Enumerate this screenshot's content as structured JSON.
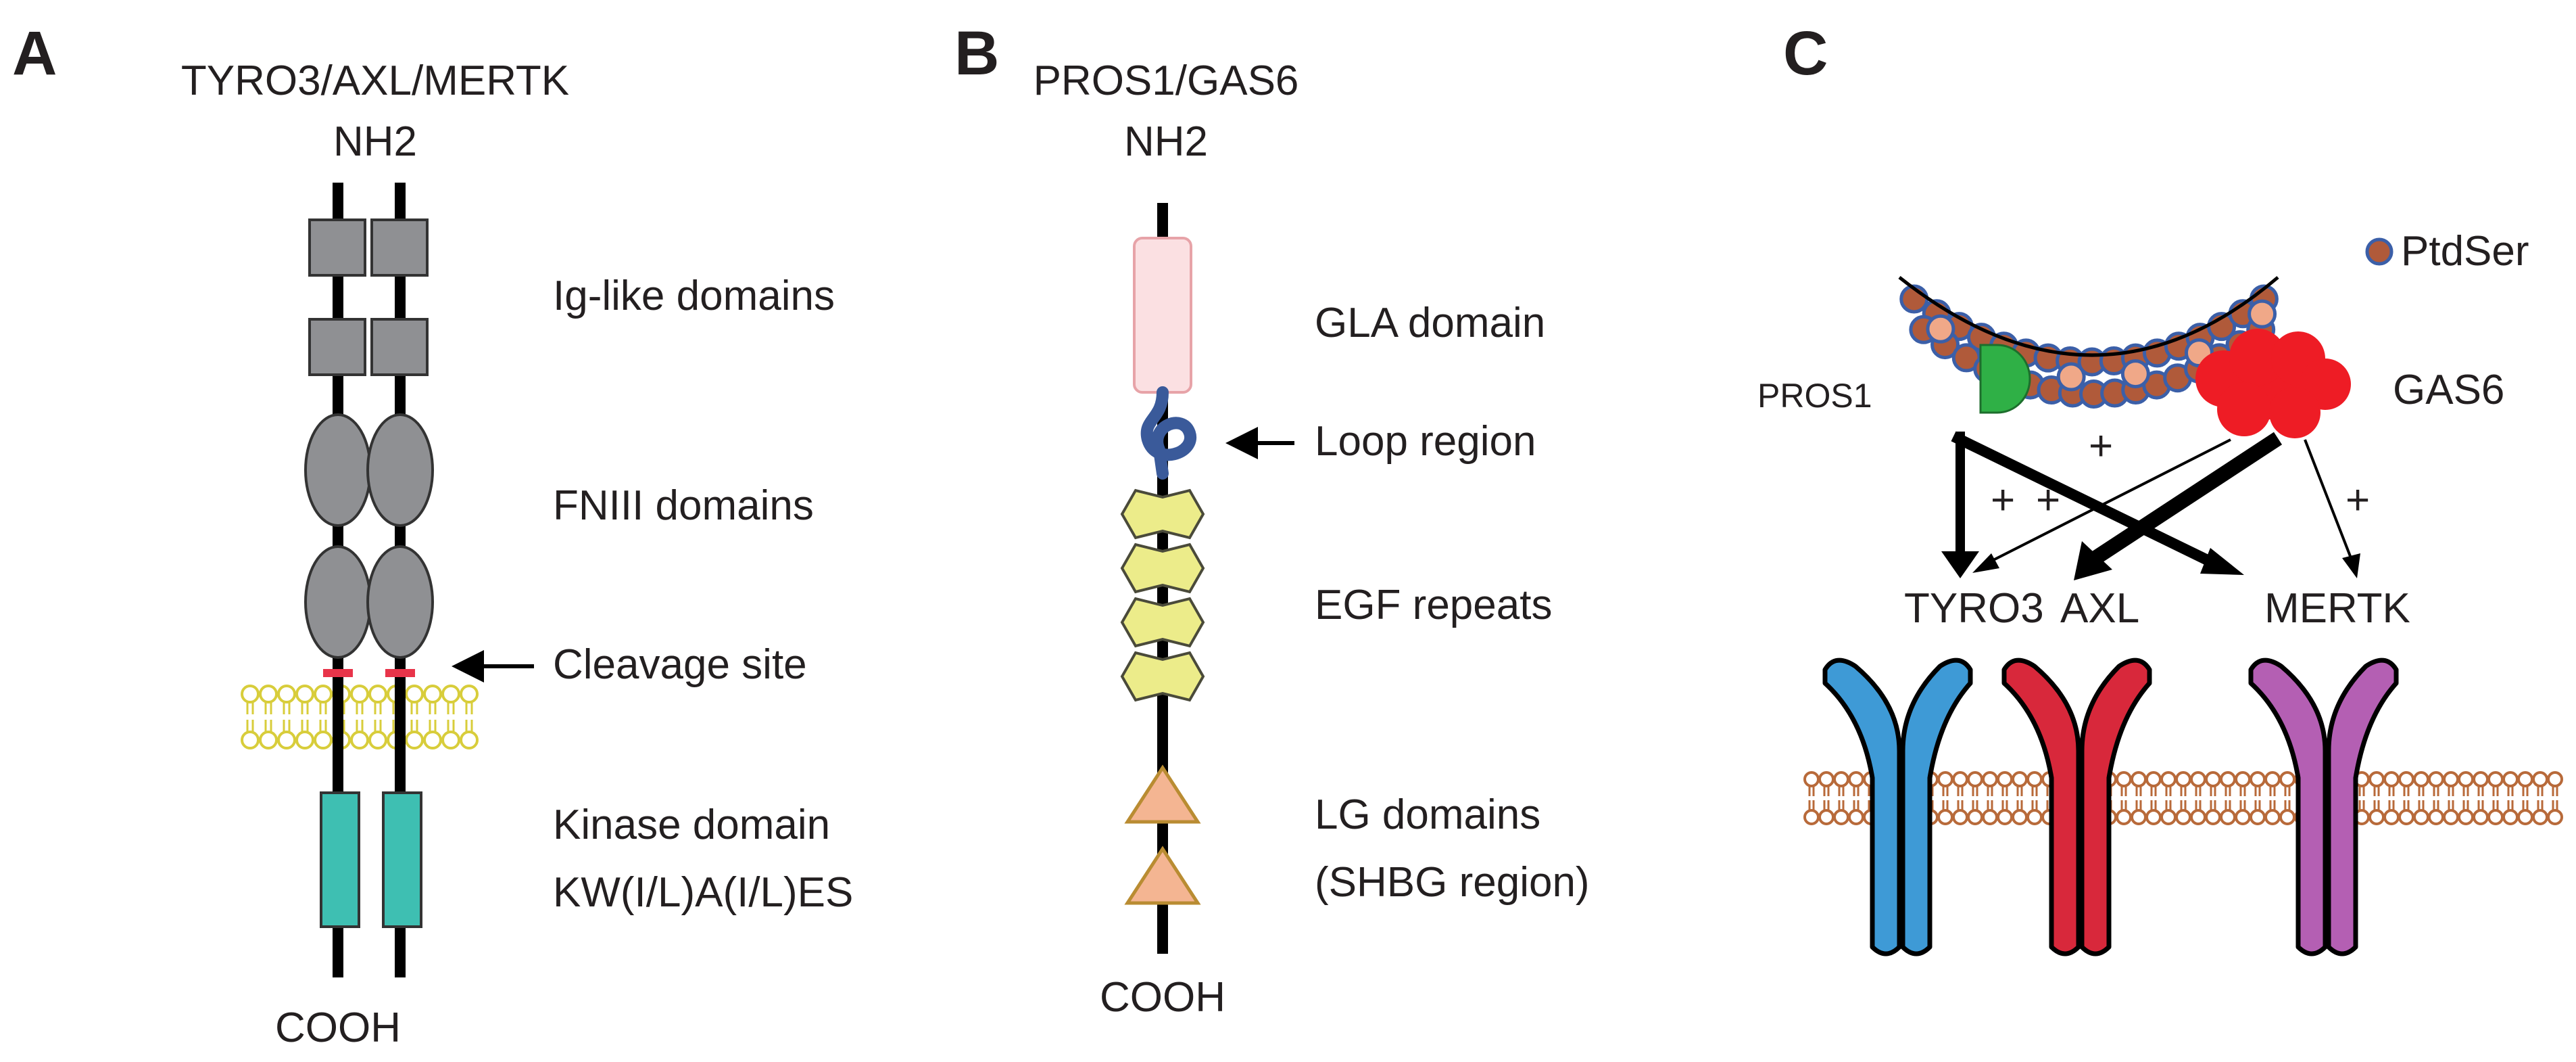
{
  "panels": {
    "A": {
      "letter": "A",
      "title": "TYRO3/AXL/MERTK",
      "n_term": "NH2",
      "c_term": "COOH",
      "labels": {
        "ig": "Ig-like domains",
        "fn": "FNIII domains",
        "cleavage": "Cleavage site",
        "kinase": "Kinase domain",
        "motif": "KW(I/L)A(I/L)ES"
      }
    },
    "B": {
      "letter": "B",
      "title": "PROS1/GAS6",
      "n_term": "NH2",
      "c_term": "COOH",
      "labels": {
        "gla": "GLA domain",
        "loop": "Loop region",
        "egf": "EGF repeats",
        "lg": "LG domains",
        "shbg": "(SHBG region)"
      }
    },
    "C": {
      "letter": "C",
      "legend": "PtdSer",
      "ligands": {
        "pros1": "PROS1",
        "gas6": "GAS6"
      },
      "receptors": {
        "tyro3": "TYRO3",
        "axl": "AXL",
        "mertk": "MERTK"
      },
      "plus": "+"
    }
  },
  "colors": {
    "ink": "#231f20",
    "domain_gray": "#8f9093",
    "lipid_yellow": "#d8cd3b",
    "cleavage_red": "#e8344a",
    "kinase_teal": "#3ebfb2",
    "gla_pink": "#fbe0e2",
    "loop_blue": "#3a5a9a",
    "egf_yellow": "#ecec8a",
    "lg_orange": "#f4b592",
    "lg_edge": "#b98c32",
    "ptdser_brown": "#b05a3a",
    "ptdser_light": "#f0a888",
    "ptdser_edge": "#3b5fa8",
    "pros1_green": "#2fb046",
    "gas6_red": "#ee1c25",
    "tyro3_blue": "#3e9ad6",
    "axl_red": "#d8283b",
    "mertk_purple": "#b45fb3",
    "membrane_brown": "#b86a3a"
  }
}
